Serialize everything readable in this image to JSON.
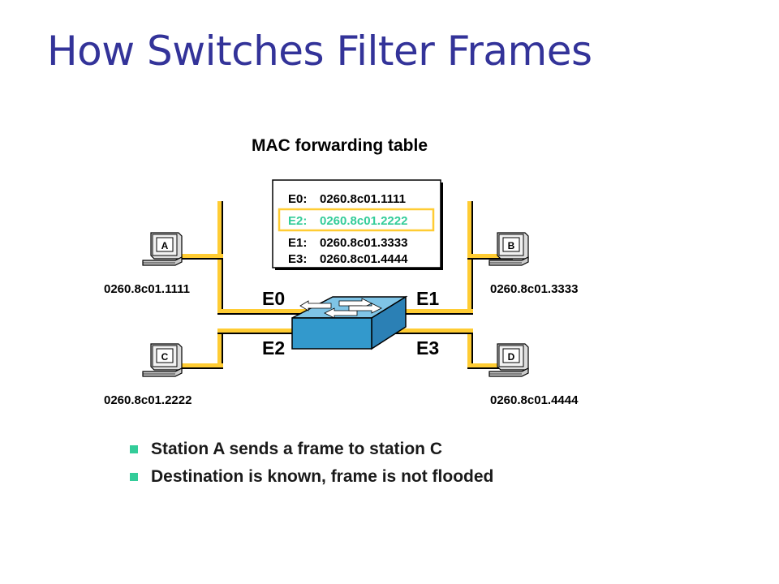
{
  "title": "How Switches Filter Frames",
  "table": {
    "heading": "MAC forwarding  table",
    "entries": [
      {
        "port": "E0:",
        "mac": "0260.8c01.1111",
        "highlighted": false
      },
      {
        "port": "E2:",
        "mac": "0260.8c01.2222",
        "highlighted": true
      },
      {
        "port": "E1:",
        "mac": "0260.8c01.3333",
        "highlighted": false
      },
      {
        "port": "E3:",
        "mac": "0260.8c01.4444",
        "highlighted": false
      }
    ]
  },
  "ports": {
    "e0": "E0",
    "e1": "E1",
    "e2": "E2",
    "e3": "E3"
  },
  "stations": {
    "a": {
      "label": "A",
      "mac": "0260.8c01.1111"
    },
    "b": {
      "label": "B",
      "mac": "0260.8c01.3333"
    },
    "c": {
      "label": "C",
      "mac": "0260.8c01.2222"
    },
    "d": {
      "label": "D",
      "mac": "0260.8c01.4444"
    }
  },
  "bullets": [
    "Station A sends a frame to station C",
    "Destination is known, frame is not flooded"
  ],
  "colors": {
    "title": "#333399",
    "link": "#ffcc33",
    "highlight": "#33cc99",
    "switch": "#3399cc"
  }
}
